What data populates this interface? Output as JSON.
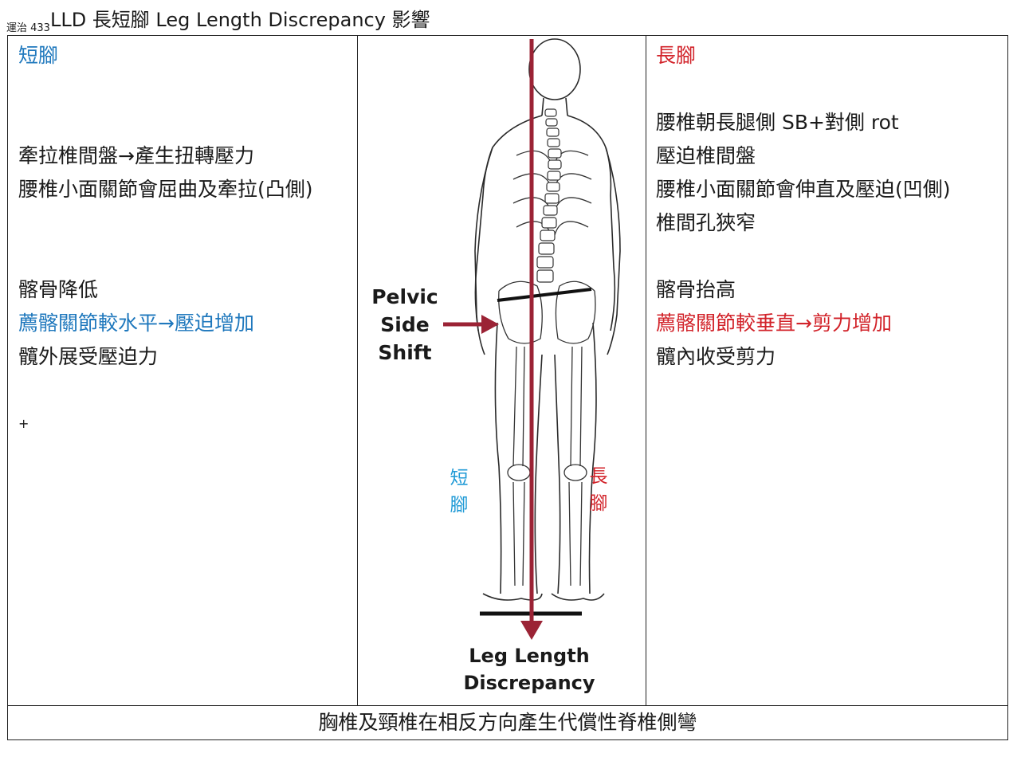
{
  "page": {
    "title_prefix": "運治 433",
    "title": "LLD 長短腳 Leg Length Discrepancy 影響"
  },
  "left": {
    "heading": "短腳",
    "lines": [
      "牽拉椎間盤→產生扭轉壓力",
      "腰椎小面關節會屈曲及牽拉(凸側)",
      "髂骨降低",
      "薦髂關節較水平→壓迫增加",
      "髖外展受壓迫力",
      "+"
    ]
  },
  "right": {
    "heading": "長腳",
    "lines": [
      "腰椎朝長腿側 SB+對側 rot",
      "壓迫椎間盤",
      "腰椎小面關節會伸直及壓迫(凹側)",
      "椎間孔狹窄",
      "髂骨抬高",
      "薦髂關節較垂直→剪力增加",
      "髖內收受剪力"
    ]
  },
  "figure": {
    "pelvic_label": [
      "Pelvic",
      "Side",
      "Shift"
    ],
    "short_leg_label": [
      "短",
      "腳"
    ],
    "long_leg_label": [
      "長",
      "腳"
    ],
    "bottom_label": [
      "Leg Length",
      "Discrepancy"
    ],
    "arrow_color": "#9b2335",
    "short_color": "#1f9ad6",
    "long_color": "#d2232a"
  },
  "footer": {
    "text": "胸椎及頸椎在相反方向產生代償性脊椎側彎"
  }
}
